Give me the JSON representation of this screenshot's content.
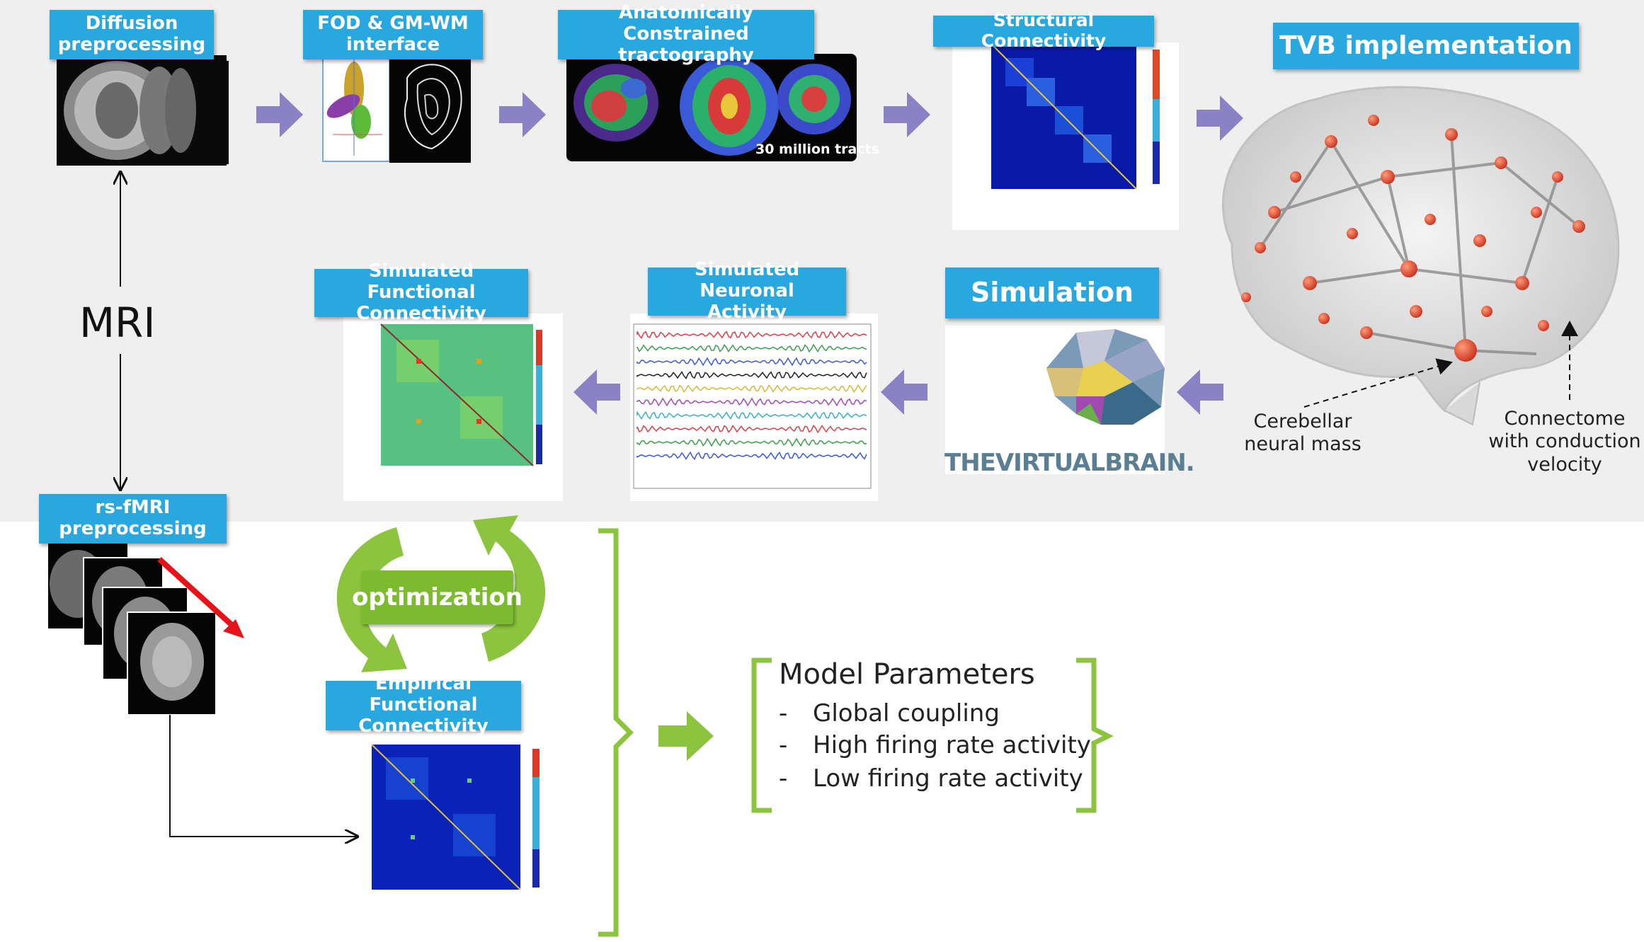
{
  "labels": {
    "diffusion": "Diffusion\npreprocessing",
    "fod": "FOD & GM-WM\ninterface",
    "act": "Anatomically Constrained\ntractography",
    "sc": "Structural Connectivity",
    "tvb": "TVB implementation",
    "simulation": "Simulation",
    "sim_neuronal": "Simulated Neuronal\nActivity",
    "sim_fc": "Simulated Functional\nConnectivity",
    "rsfmri": "rs-fMRI\npreprocessing",
    "emp_fc": "Empirical Functional\nConnectivity",
    "optimization": "optimization"
  },
  "mri": "MRI",
  "tract_count": "30 million tracts",
  "annotations": {
    "cerebellar": "Cerebellar\nneural mass",
    "connectome": "Connectome\nwith conduction\nvelocity"
  },
  "tvb_logo": "THEVIRTUALBRAIN.",
  "model_parameters": {
    "title": "Model Parameters",
    "items": [
      "Global coupling",
      "High firing rate activity",
      "Low firing rate activity"
    ],
    "bullet": "-"
  },
  "colors": {
    "label_bg": "#29a7df",
    "arrow": "#8a82c4",
    "green": "#8dc43f",
    "red_arrow": "#e5141a"
  }
}
